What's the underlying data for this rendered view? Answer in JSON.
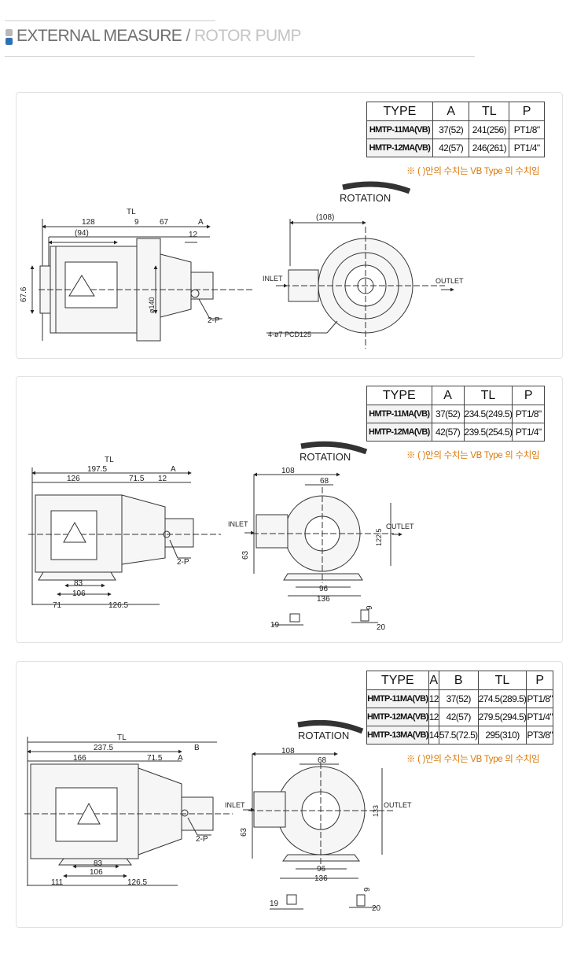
{
  "header": {
    "title": "EXTERNAL MEASURE",
    "separator": "/",
    "subtitle": "ROTOR PUMP"
  },
  "colors": {
    "accent_blue": "#2f6fb5",
    "note_orange": "#d8780a"
  },
  "labels": {
    "rotation": "ROTATION",
    "inlet": "INLET",
    "outlet": "OUTLET",
    "tl": "TL",
    "a": "A",
    "b": "B",
    "p2": "2-P",
    "note": "※ ( )안의 수치는 VB Type 의 수치임"
  },
  "panel1": {
    "headers": [
      "TYPE",
      "A",
      "TL",
      "P"
    ],
    "rows": [
      [
        "HMTP-11MA(VB)",
        "37(52)",
        "241(256)",
        "PT1/8\""
      ],
      [
        "HMTP-12MA(VB)",
        "42(57)",
        "246(261)",
        "PT1/4\""
      ]
    ],
    "dims": {
      "d128": "128",
      "d9": "9",
      "d67": "67",
      "d94": "(94)",
      "d12": "12",
      "d67_6": "67.6",
      "d140": "ø140",
      "d108": "(108)",
      "pcd": "4-ø7 PCD125"
    }
  },
  "panel2": {
    "headers": [
      "TYPE",
      "A",
      "TL",
      "P"
    ],
    "rows": [
      [
        "HMTP-11MA(VB)",
        "37(52)",
        "234.5(249.5)",
        "PT1/8\""
      ],
      [
        "HMTP-12MA(VB)",
        "42(57)",
        "239.5(254.5)",
        "PT1/4\""
      ]
    ],
    "dims": {
      "d197_5": "197.5",
      "d126": "126",
      "d71_5": "71.5",
      "d12": "12",
      "d83": "83",
      "d106": "106",
      "d71": "71",
      "d126_5": "126.5",
      "d108": "108",
      "d68": "68",
      "d122_5": "122.5",
      "d63": "63",
      "d96": "96",
      "d136": "136",
      "d19": "19",
      "d9": "9",
      "d20": "20"
    }
  },
  "panel3": {
    "headers": [
      "TYPE",
      "A",
      "B",
      "TL",
      "P"
    ],
    "rows": [
      [
        "HMTP-11MA(VB)",
        "12",
        "37(52)",
        "274.5(289.5)",
        "PT1/8\""
      ],
      [
        "HMTP-12MA(VB)",
        "12",
        "42(57)",
        "279.5(294.5)",
        "PT1/4\""
      ],
      [
        "HMTP-13MA(VB)",
        "14",
        "57.5(72.5)",
        "295(310)",
        "PT3/8\""
      ]
    ],
    "dims": {
      "d237_5": "237.5",
      "d166": "166",
      "d71_5": "71.5",
      "d83": "83",
      "d106": "106",
      "d111": "111",
      "d126_5": "126.5",
      "d108": "108",
      "d68": "68",
      "d133": "133",
      "d63": "63",
      "d96": "96",
      "d136": "136",
      "d19": "19",
      "d9": "9",
      "d20": "20"
    }
  }
}
